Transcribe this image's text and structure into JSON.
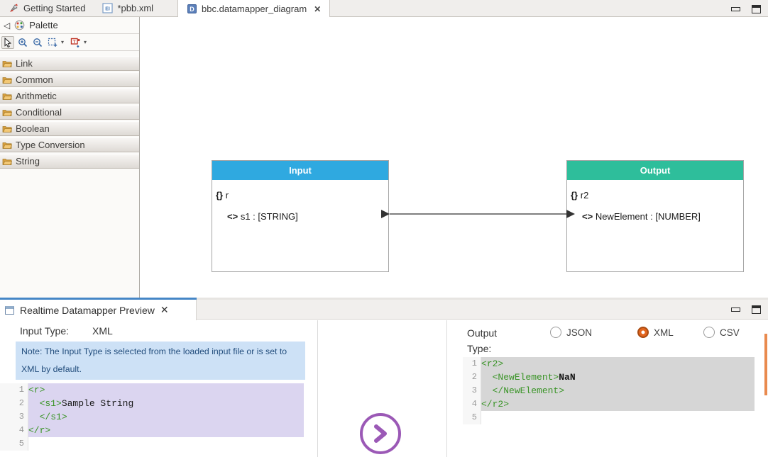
{
  "editor_tabs": [
    {
      "label": "Getting Started",
      "icon": "rocket-icon",
      "active": false
    },
    {
      "label": "*pbb.xml",
      "icon": "ei-file-icon",
      "active": false
    },
    {
      "label": "bbc.datamapper_diagram",
      "icon": "diagram-file-icon",
      "active": true,
      "close_glyph": "✕"
    }
  ],
  "window_controls": {
    "minimize": "minimize-icon",
    "maximize": "maximize-icon"
  },
  "palette": {
    "title": "Palette",
    "collapse_glyph": "◁",
    "toolbar_icons": [
      "select-tool-icon",
      "zoom-in-icon",
      "zoom-out-icon",
      "marquee-tool-icon",
      "note-tool-icon"
    ],
    "dropdown_glyph": "▾",
    "categories": [
      "Link",
      "Common",
      "Arithmetic",
      "Conditional",
      "Boolean",
      "Type Conversion",
      "String"
    ]
  },
  "canvas": {
    "input_box": {
      "title": "Input",
      "root_icon": "{}",
      "root_name": "r",
      "field_icon": "<>",
      "field_name": "s1",
      "field_type": ": [STRING]"
    },
    "output_box": {
      "title": "Output",
      "root_icon": "{}",
      "root_name": "r2",
      "field_icon": "<>",
      "field_name": "NewElement",
      "field_type": ": [NUMBER]"
    }
  },
  "preview": {
    "tab_title": "Realtime Datamapper Preview",
    "tab_close_glyph": "✕",
    "input_type_label": "Input Type:",
    "input_type_value": "XML",
    "note": "Note: The Input Type is selected from the loaded input file or is set to XML by default.",
    "input_code": {
      "highlighted_lines": 4,
      "lines": [
        [
          {
            "type": "tag",
            "text": "<r>"
          }
        ],
        [
          {
            "type": "plain",
            "text": "  "
          },
          {
            "type": "tag",
            "text": "<s1>"
          },
          {
            "type": "plain",
            "text": "Sample String"
          }
        ],
        [
          {
            "type": "plain",
            "text": "  "
          },
          {
            "type": "tag",
            "text": "</s1>"
          }
        ],
        [
          {
            "type": "tag",
            "text": "</r>"
          }
        ],
        []
      ]
    },
    "run_button": "run-preview-button",
    "output_type_label": "Output Type:",
    "output_options": [
      {
        "label": "JSON",
        "selected": false
      },
      {
        "label": "XML",
        "selected": true
      },
      {
        "label": "CSV",
        "selected": false
      }
    ],
    "output_code": {
      "highlighted_lines": 4,
      "lines": [
        [
          {
            "type": "tag",
            "text": "<r2>"
          }
        ],
        [
          {
            "type": "plain",
            "text": "  "
          },
          {
            "type": "tag",
            "text": "<NewElement>"
          },
          {
            "type": "strong",
            "text": "NaN"
          }
        ],
        [
          {
            "type": "plain",
            "text": "  "
          },
          {
            "type": "tag",
            "text": "</NewElement>"
          }
        ],
        [
          {
            "type": "tag",
            "text": "</r2>"
          }
        ],
        []
      ]
    }
  },
  "colors": {
    "input_header": "#2FA9E0",
    "output_header": "#2EBE9B",
    "note_background": "#CDE1F6",
    "input_highlight": "#DBD5F0",
    "output_highlight": "#D6D6D6",
    "xml_tag_green": "#3A9427",
    "play_button_purple": "#9B59B6",
    "radio_selected_orange": "#E2651E",
    "scrollbar_orange": "#E98A4E",
    "preview_tab_accent": "#4586C6"
  }
}
